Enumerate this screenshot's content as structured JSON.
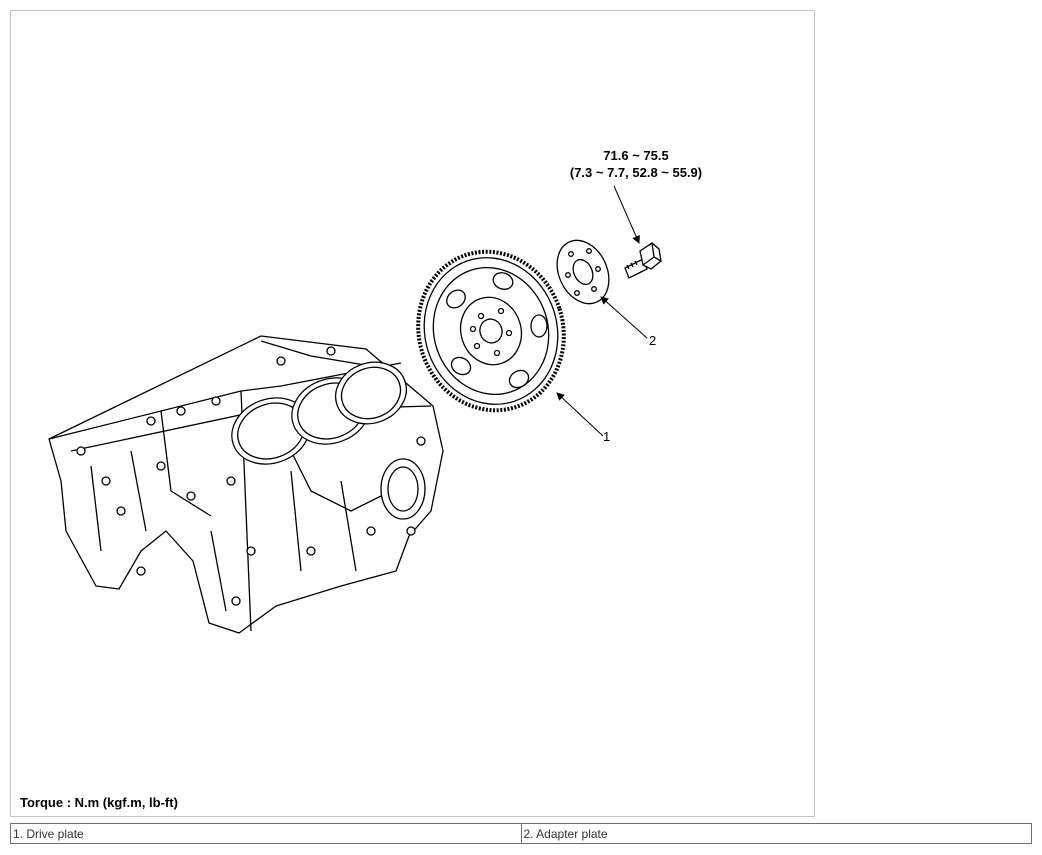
{
  "figure": {
    "torque_value_line1": "71.6 ~ 75.5",
    "torque_value_line2": "(7.3 ~ 7.7, 52.8 ~ 55.9)",
    "callouts": [
      "1",
      "2"
    ],
    "torque_caption": "Torque : N.m (kgf.m, lb-ft)",
    "parts": [
      "engine-block",
      "drive-plate",
      "adapter-plate",
      "bolt"
    ]
  },
  "legend": {
    "items": [
      "1. Drive plate",
      "2. Adapter plate"
    ]
  }
}
